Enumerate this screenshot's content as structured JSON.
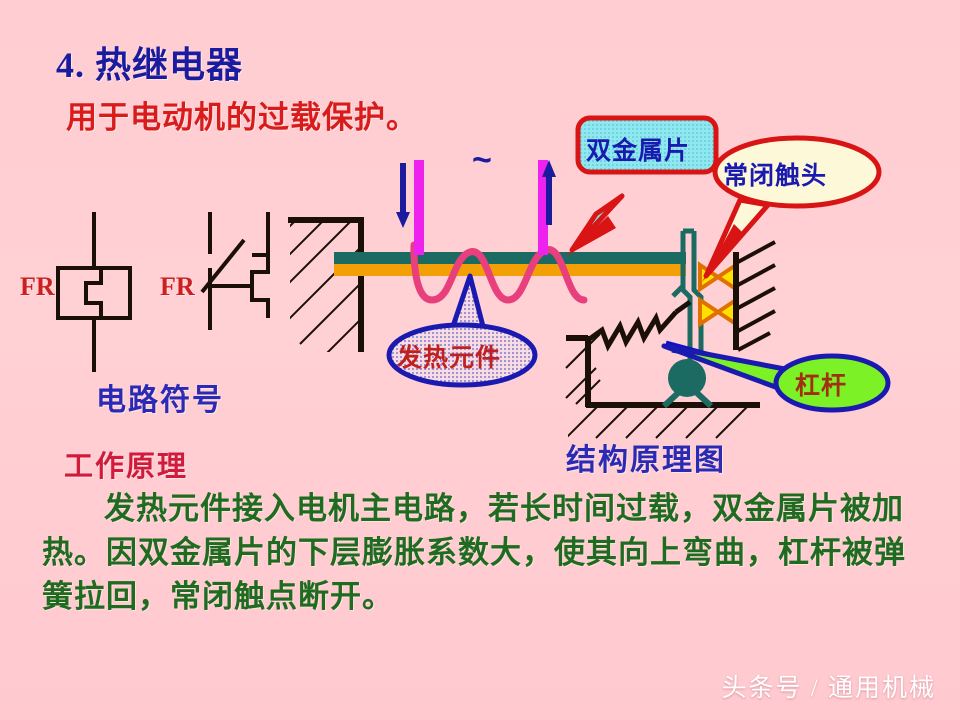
{
  "slide": {
    "title": "4. 热继电器",
    "subtitle": "用于电动机的过载保护。",
    "watermark": "头条号 / 通用机械",
    "background_color": "#ffcdd2"
  },
  "symbol_panel": {
    "caption": "电路符号",
    "heater_label": "FR",
    "contact_label": "FR",
    "label_color": "#cc2020",
    "caption_color": "#2a2ab4"
  },
  "structure_panel": {
    "caption": "结构原理图",
    "ac_symbol": "~",
    "caption_color": "#2a2ab4",
    "bimetal_top_color": "#1b6b63",
    "bimetal_bottom_color": "#f2a005",
    "heater_coil_color": "#e83f7d",
    "current_bar_color": "#ee22ee",
    "arrow_color": "#1b1b9e",
    "contact_color": "#ffe000",
    "pivot_color": "#1b6b63",
    "lever_color": "#1010cc"
  },
  "callouts": [
    {
      "id": "bimetal",
      "text": "双金属片",
      "shape": "rounded-rect",
      "fill": "#7fe3ea",
      "border": "#d81414",
      "text_color": "#1a1ab0"
    },
    {
      "id": "nc-contact",
      "text": "常闭触头",
      "shape": "ellipse",
      "fill": "#fdf8d8",
      "border": "#d81414",
      "text_color": "#1a1ab0"
    },
    {
      "id": "heating-element",
      "text": "发热元件",
      "shape": "ellipse",
      "fill": "#f6dce2",
      "border": "#1a1ab0",
      "text_color": "#c02020"
    },
    {
      "id": "lever",
      "text": "杠杆",
      "shape": "ellipse",
      "fill": "#7cf226",
      "border": "#1a1ab0",
      "text_color": "#a03010"
    }
  ],
  "principle": {
    "heading": "工作原理",
    "heading_color": "#d01b3c",
    "body": "发热元件接入电机主电路，若长时间过载，双金属片被加热。因双金属片的下层膨胀系数大，使其向上弯曲，杠杆被弹簧拉回，常闭触点断开。",
    "body_color": "#1f6b1f"
  }
}
